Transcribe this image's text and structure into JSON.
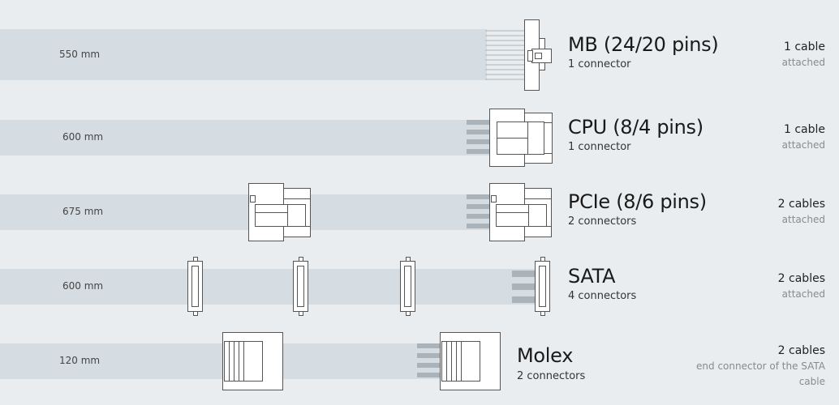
{
  "cables": [
    {
      "length": "550 mm",
      "name": "MB (24/20 pins)",
      "connectors": "1 connector",
      "count": "1 cable",
      "note": "attached"
    },
    {
      "length": "600 mm",
      "name": "CPU (8/4 pins)",
      "connectors": "1 connector",
      "count": "1 cable",
      "note": "attached"
    },
    {
      "length": "675 mm",
      "name": "PCIe (8/6 pins)",
      "connectors": "2 connectors",
      "count": "2 cables",
      "note": "attached"
    },
    {
      "length": "600 mm",
      "name": "SATA",
      "connectors": "4 connectors",
      "count": "2 cables",
      "note": "attached"
    },
    {
      "length": "120 mm",
      "name": "Molex",
      "connectors": "2 connectors",
      "count": "2 cables",
      "note": "end connector of the SATA cable"
    }
  ],
  "colors": {
    "background": "#e9edf0",
    "cable_band": "#d5dde3",
    "wire": "#aab3b9",
    "connector_fill": "#ffffff",
    "connector_stroke": "#555555"
  }
}
